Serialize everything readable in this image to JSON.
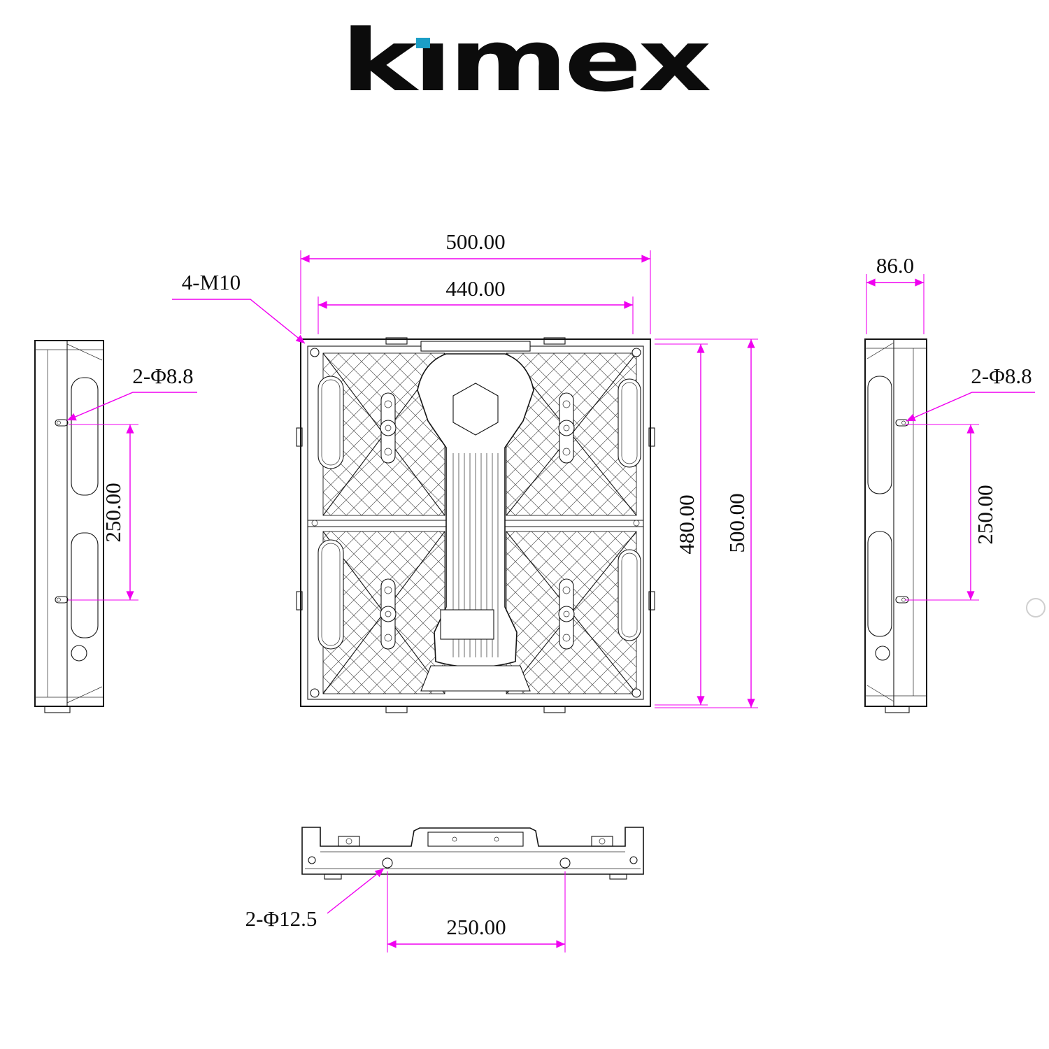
{
  "logo": {
    "part1": "k",
    "part2": "ı",
    "part3": "mex",
    "dot_color": "#1b9ec6"
  },
  "colors": {
    "dimension_line": "#f000f0",
    "drawing_line": "#141414",
    "logo_dot": "#1b9ec6"
  },
  "annotations": {
    "corner_thread": "4-M10",
    "overall_width": "500.00",
    "inner_width": "440.00",
    "inner_height": "480.00",
    "overall_height": "500.00",
    "depth": "86.0",
    "side_keyhole_left": "2-Φ8.8",
    "side_hole_spacing_left": "250.00",
    "side_keyhole_right": "2-Φ8.8",
    "side_hole_spacing_right": "250.00",
    "bottom_holes": "2-Φ12.5",
    "bottom_hole_spacing": "250.00"
  }
}
